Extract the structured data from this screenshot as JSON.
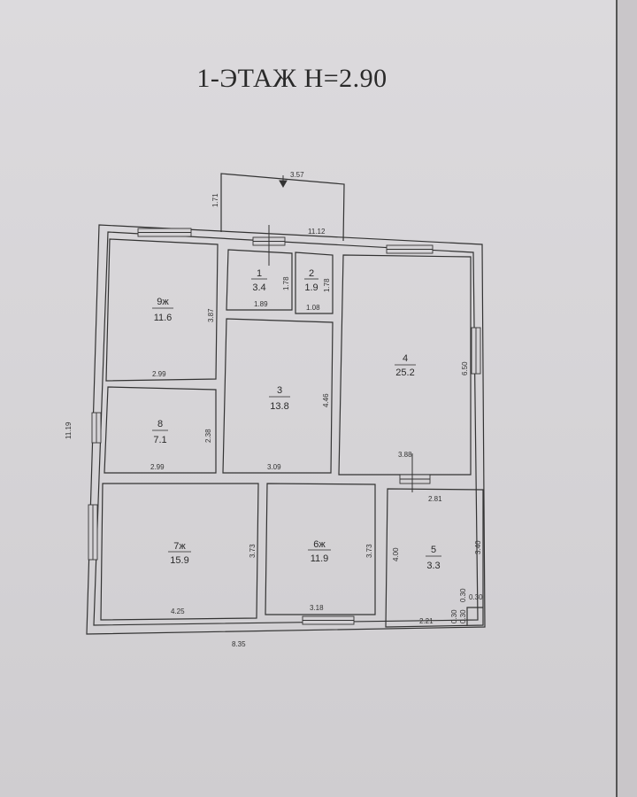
{
  "title": "1-ЭТАЖ  H=2.90",
  "rooms": [
    {
      "num": "1",
      "area": "3.4"
    },
    {
      "num": "2",
      "area": "1.9"
    },
    {
      "num": "3",
      "area": "13.8"
    },
    {
      "num": "4",
      "area": "25.2"
    },
    {
      "num": "5",
      "area": "3.3"
    },
    {
      "num": "6ж",
      "area": "11.9"
    },
    {
      "num": "7ж",
      "area": "15.9"
    },
    {
      "num": "8",
      "area": "7.1"
    },
    {
      "num": "9ж",
      "area": "11.6"
    }
  ],
  "dims": {
    "porch_w": "3.57",
    "porch_h": "1.71",
    "porch_len": "11.12",
    "r1_h": "1.78",
    "r1_w": "1.89",
    "r2_h": "1.78",
    "r2_w": "1.08",
    "r9_h": "3.87",
    "r9_w": "2.99",
    "r8_h": "2.38",
    "r8_w": "2.99",
    "r3_h": "4.46",
    "r3_w": "3.09",
    "r4_h": "6.50",
    "r4_w": "3.88",
    "r5_top": "2.81",
    "r5_left": "4.00",
    "r5_right": "3.40",
    "r5_bottom": "2.21",
    "r5_n1": "0.30",
    "r5_n2": "0.30",
    "r5_n3": "0.30",
    "r5_n4": "0.30",
    "r7_h": "3.73",
    "r7_w": "4.25",
    "r6_h": "3.73",
    "r6_w": "3.18",
    "total_h": "11.19",
    "total_w": "8.35"
  }
}
